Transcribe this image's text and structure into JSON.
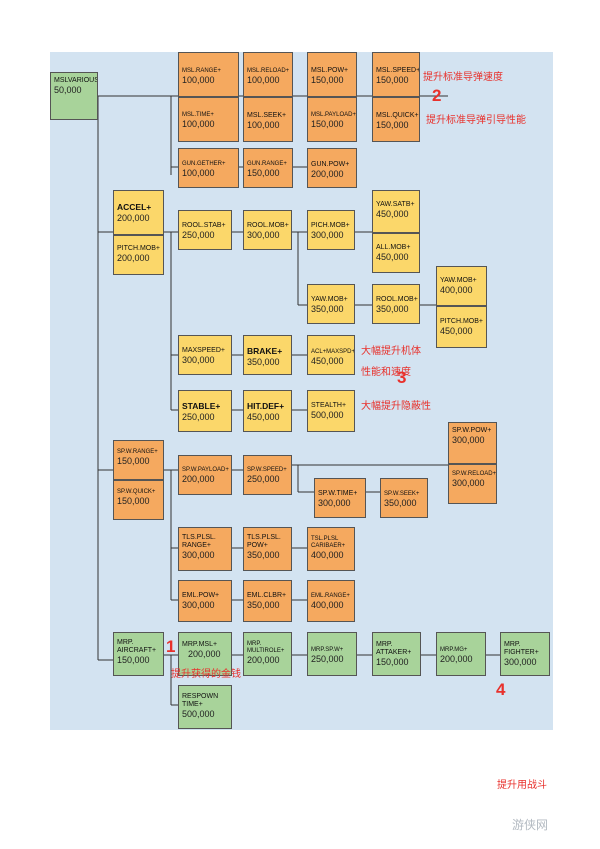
{
  "nodes": {
    "msl_various": {
      "name": "MSLVARIOUS+",
      "cost": "50,000"
    },
    "msl_range": {
      "name": "MSL.RANGE+",
      "cost": "100,000"
    },
    "msl_reload": {
      "name": "MSL.RELOAD+",
      "cost": "100,000"
    },
    "msl_pow": {
      "name": "MSL.POW+",
      "cost": "150,000"
    },
    "msl_speed": {
      "name": "MSL.SPEED+",
      "cost": "150,000"
    },
    "msl_time": {
      "name": "MSL.TIME+",
      "cost": "100,000"
    },
    "msl_seek": {
      "name": "MSL.SEEK+",
      "cost": "100,000"
    },
    "msl_payload": {
      "name": "MSL.PAYLOAD+",
      "cost": "150,000"
    },
    "msl_quick": {
      "name": "MSL.QUICK+",
      "cost": "150,000"
    },
    "gun_gether": {
      "name": "GUN.GETHER+",
      "cost": "100,000"
    },
    "gun_range": {
      "name": "GUN.RANGE+",
      "cost": "150,000"
    },
    "gun_pow": {
      "name": "GUN.POW+",
      "cost": "200,000"
    },
    "accel": {
      "name": "ACCEL+",
      "cost": "200,000"
    },
    "pitch_mob1": {
      "name": "PITCH.MOB+",
      "cost": "200,000"
    },
    "rool_stab": {
      "name": "ROOL.STAB+",
      "cost": "250,000"
    },
    "rool_mob1": {
      "name": "ROOL.MOB+",
      "cost": "300,000"
    },
    "pich_mob": {
      "name": "PICH.MOB+",
      "cost": "300,000"
    },
    "yaw_satb": {
      "name": "YAW.SATB+",
      "cost": "450,000"
    },
    "all_mob": {
      "name": "ALL.MOB+",
      "cost": "450,000"
    },
    "yaw_mob_a": {
      "name": "YAW.MOB+",
      "cost": "350,000"
    },
    "rool_mob2": {
      "name": "ROOL.MOB+",
      "cost": "350,000"
    },
    "yaw_mob_b": {
      "name": "YAW.MOB+",
      "cost": "400,000"
    },
    "pitch_mob2": {
      "name": "PITCH.MOB+",
      "cost": "450,000"
    },
    "maxspeed": {
      "name": "MAXSPEED+",
      "cost": "300,000"
    },
    "brake": {
      "name": "BRAKE+",
      "cost": "350,000"
    },
    "acl_maxspd": {
      "name": "ACL+MAXSPD+",
      "cost": "450,000"
    },
    "stable": {
      "name": "STABLE+",
      "cost": "250,000"
    },
    "hit_def": {
      "name": "HIT.DEF+",
      "cost": "450,000"
    },
    "stealth": {
      "name": "STEALTH+",
      "cost": "500,000"
    },
    "sp_w_range": {
      "name": "SP.W.RANGE+",
      "cost": "150,000"
    },
    "sp_w_quick": {
      "name": "SP.W.QUICK+",
      "cost": "150,000"
    },
    "sp_w_payload": {
      "name": "SP.W.PAYLOAD+",
      "cost": "200,000"
    },
    "sp_w_speed": {
      "name": "SP.W.SPEED+",
      "cost": "250,000"
    },
    "sp_w_time": {
      "name": "SP.W.TIME+",
      "cost": "300,000"
    },
    "sp_w_seek": {
      "name": "SP.W.SEEK+",
      "cost": "350,000"
    },
    "sp_w_pow": {
      "name": "SP.W.POW+",
      "cost": "300,000"
    },
    "sp_w_reload": {
      "name": "SP.W.RELOAD+",
      "cost": "300,000"
    },
    "tls_plsl_range": {
      "name1": "TLS.PLSL.",
      "name2": "RANGE+",
      "cost": "300,000"
    },
    "tls_plsl_pow": {
      "name1": "TLS.PLSL.",
      "name2": "POW+",
      "cost": "350,000"
    },
    "tsl_plsl_caribaer": {
      "name1": "TSL.PLSL",
      "name2": "CARIBAER+",
      "cost": "400,000"
    },
    "eml_pow": {
      "name": "EML.POW+",
      "cost": "300,000"
    },
    "eml_clbr": {
      "name": "EML.CLBR+",
      "cost": "350,000"
    },
    "eml_range": {
      "name": "EML.RANGE+",
      "cost": "400,000"
    },
    "mrp_aircraft": {
      "name1": "MRP.",
      "name2": "AIRCRAFT+",
      "cost": "150,000"
    },
    "mrp_msl": {
      "name": "MRP.MSL+",
      "cost": "200,000"
    },
    "mrp_multirole": {
      "name1": "MRP.",
      "name2": "MULTIROLE+",
      "cost": "200,000"
    },
    "mrp_sp_w": {
      "name": "MRP.SP.W+",
      "cost": "250,000"
    },
    "mrp_attaker": {
      "name1": "MRP.",
      "name2": "ATTAKER+",
      "cost": "150,000"
    },
    "mrp_mg": {
      "name": "MRP.MG+",
      "cost": "200,000"
    },
    "mrp_fighter": {
      "name1": "MRP.",
      "name2": "FIGHTER+",
      "cost": "300,000"
    },
    "respown_time": {
      "name1": "RESPOWN",
      "name2": "TIME+",
      "cost": "500,000"
    }
  },
  "annotations": {
    "missile_speed": "提升标准导弹速度",
    "missile_guidance": "提升标准导弹引导性能",
    "num2": "2",
    "perf_line1": "大幅提升机体",
    "perf_line2": "性能和速度",
    "num3": "3",
    "stealth": "大幅提升隐蔽性",
    "num1": "1",
    "money": "提升获得的金钱",
    "num4": "4",
    "fighter": "提升用战斗"
  },
  "watermark": "游侠网"
}
